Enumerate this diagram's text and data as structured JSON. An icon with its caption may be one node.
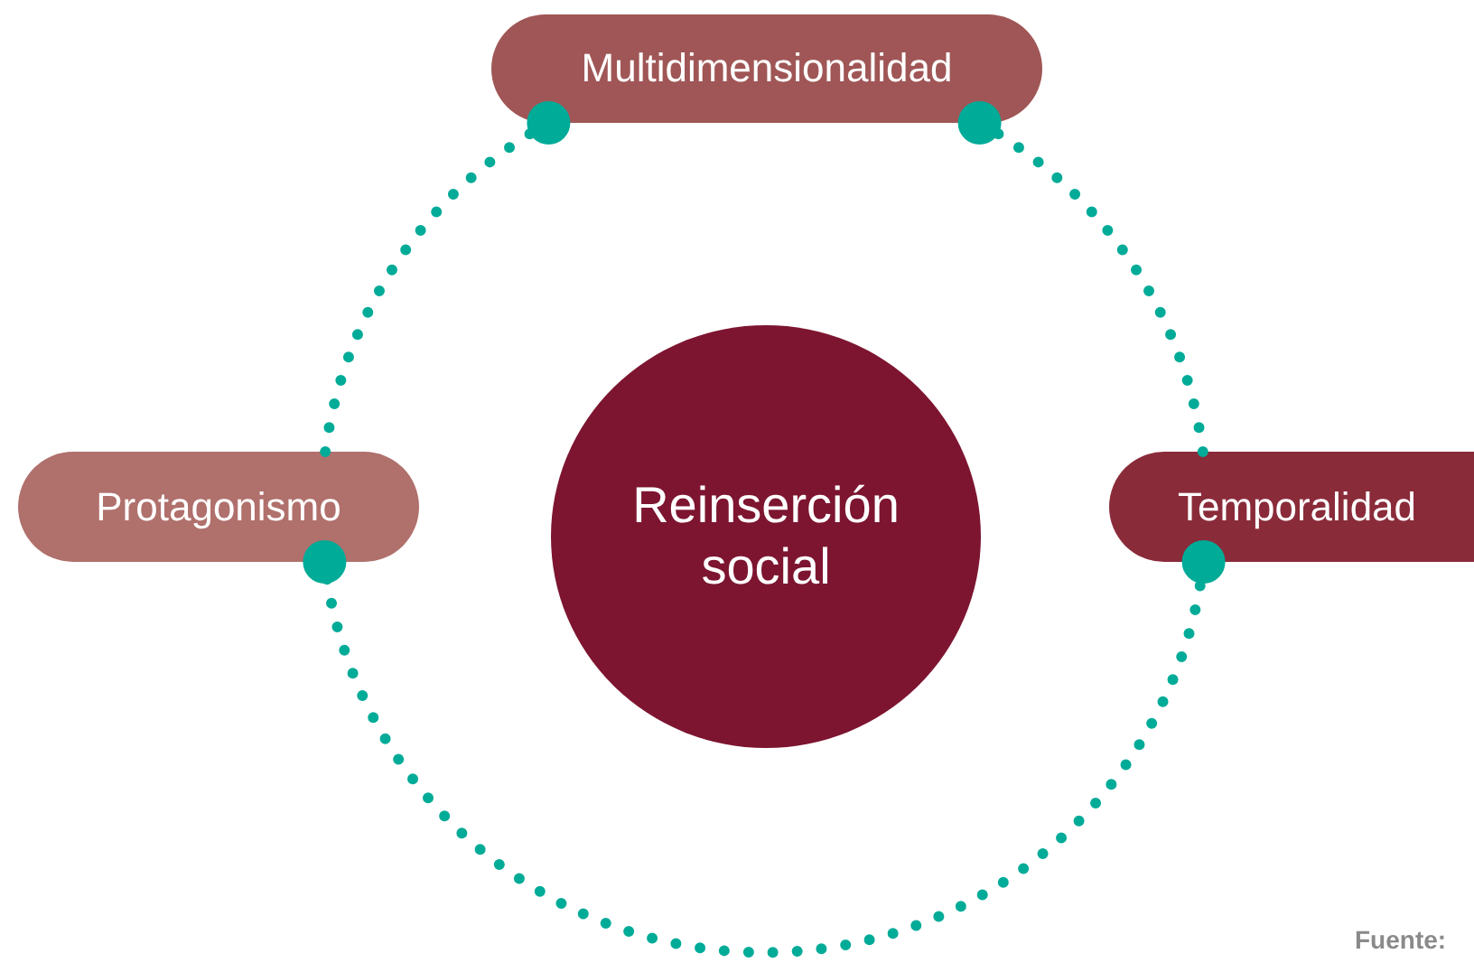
{
  "diagram": {
    "nodes": [
      {
        "text": [
          "Multidimensionalidad"
        ]
      },
      {
        "text": [
          "Protagonismo"
        ]
      },
      {
        "text": [
          "Reinserción social"
        ]
      },
      {
        "text": [
          "Temporalidad"
        ]
      }
    ],
    "edges": [
      {
        "from": 1,
        "to": 0,
        "arrow": "other"
      },
      {
        "from": 3,
        "to": 0,
        "arrow": "other"
      },
      {
        "from": 3,
        "to": 1,
        "arrow": "other"
      }
    ],
    "labels": [
      "Fuente:"
    ]
  }
}
